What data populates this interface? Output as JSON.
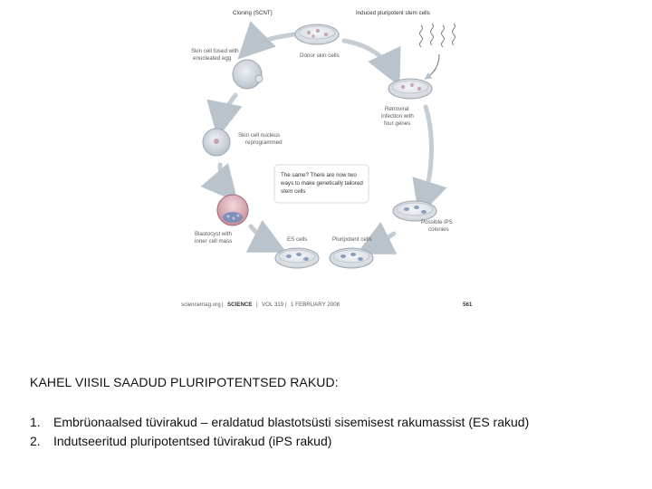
{
  "figure": {
    "labels": {
      "cloning": "Cloning (SCNT)",
      "ips": "Induced pluripotent stem cells",
      "skin_cell_fused": [
        "Skin cell fused with",
        "enucleated egg"
      ],
      "donor_skin": "Donor skin cells",
      "retroviral": [
        "Retroviral",
        "infection with",
        "four genes"
      ],
      "nucleus_reprogrammed": [
        "Skin cell nucleus",
        "reprogrammed"
      ],
      "same_box": [
        "The same? There are now two",
        "ways to make genetically tailored",
        "stem cells"
      ],
      "blastocyst": [
        "Blastocyst with",
        "inner cell mass"
      ],
      "es_cells": "ES cells",
      "pluripotent": "Pluripotent cells",
      "possible_ips": [
        "Possible iPS",
        "colonies"
      ]
    },
    "footer": {
      "site": "sciencemag.org",
      "journal": "SCIENCE",
      "volume": "VOL 319",
      "date": "1 FEBRUARY 2008",
      "page": "561"
    }
  },
  "heading": "KAHEL VIISIL SAADUD PLURIPOTENTSED RAKUD:",
  "items": [
    {
      "number": "1.",
      "text": "Embrüonaalsed tüvirakud – eraldatud blastotsüsti sisemisest rakumassist (ES rakud)"
    },
    {
      "number": "2.",
      "text": "Indutseeritud pluripotentsed tüvirakud (iPS rakud)"
    }
  ]
}
